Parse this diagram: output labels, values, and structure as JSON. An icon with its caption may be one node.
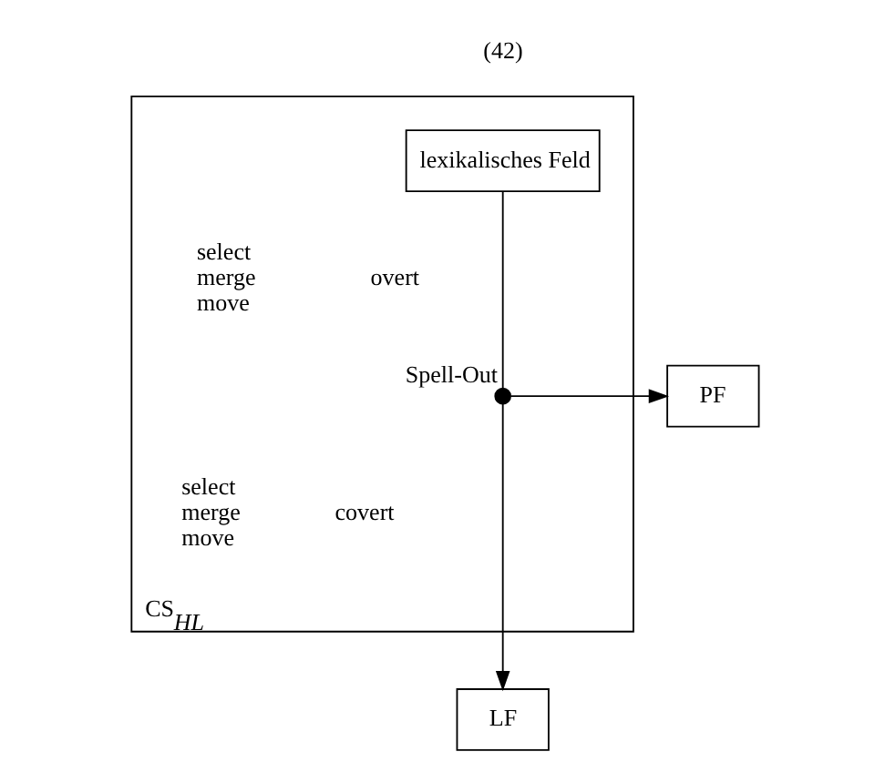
{
  "diagram": {
    "nodes": [
      {
        "text": [
          "CS$_{HL}$"
        ]
      },
      {
        "text": [
          "lexikalisches Feld"
        ],
        "in": 0
      },
      {
        "text": [],
        "shape": "circle",
        "beside": [
          "Spell-Out"
        ],
        "in": 0
      },
      {
        "text": [
          "PF"
        ]
      },
      {
        "text": [
          "LF"
        ]
      }
    ],
    "edges": [
      {
        "from": 1,
        "to": 2,
        "arrow": "none"
      },
      {
        "from": 2,
        "to": 3,
        "arrow": "to"
      },
      {
        "from": 2,
        "to": 4,
        "arrow": "to"
      }
    ],
    "labels": [
      "(42)",
      "select merge move",
      "overt",
      "select merge move",
      "covert"
    ]
  }
}
